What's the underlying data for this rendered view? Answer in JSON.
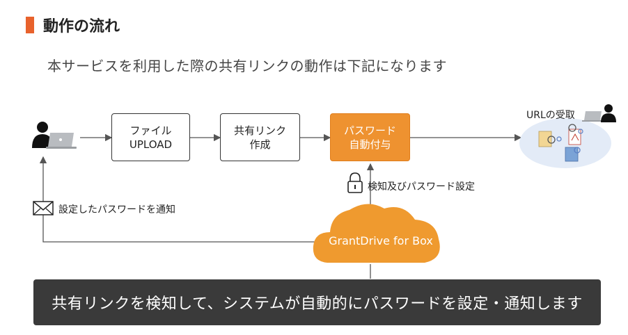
{
  "heading": "動作の流れ",
  "subtitle": "本サービスを利用した際の共有リンクの動作は下記になります",
  "flow": {
    "upload": {
      "line1": "ファイル",
      "line2": "UPLOAD"
    },
    "create": {
      "line1": "共有リンク",
      "line2": "作成"
    },
    "password": {
      "line1": "パスワード",
      "line2": "自動付与"
    }
  },
  "receiver_label": "URLの受取",
  "detect_label": "検知及びパスワード設定",
  "notify_label": "設定したパスワードを通知",
  "cloud_label": "GrantDrive for Box",
  "banner": "共有リンクを検知して、システムが自動的にパスワードを設定・通知します",
  "colors": {
    "accent": "#e8622c",
    "highlight": "#ee9230",
    "cloud": "#ef9a2f",
    "banner": "#3a3a3a",
    "receiver_bg": "#e3ebf7"
  },
  "icons": [
    "user-laptop-icon",
    "envelope-icon",
    "lock-icon",
    "cloud-icon",
    "file-icons"
  ]
}
